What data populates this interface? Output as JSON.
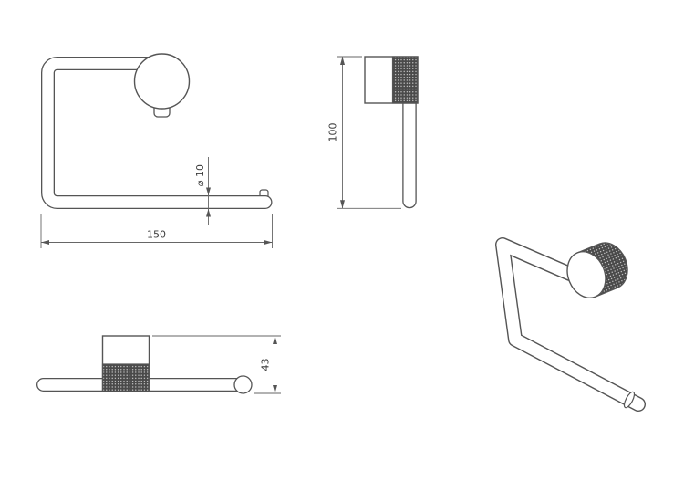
{
  "canvas": {
    "background": "#ffffff",
    "line_color": "#555555",
    "knurl_color": "#4a4a4a"
  },
  "dimensions": {
    "overall_width": "150",
    "overall_height": "100",
    "depth": "43",
    "bar_diameter": "⌀ 10"
  }
}
